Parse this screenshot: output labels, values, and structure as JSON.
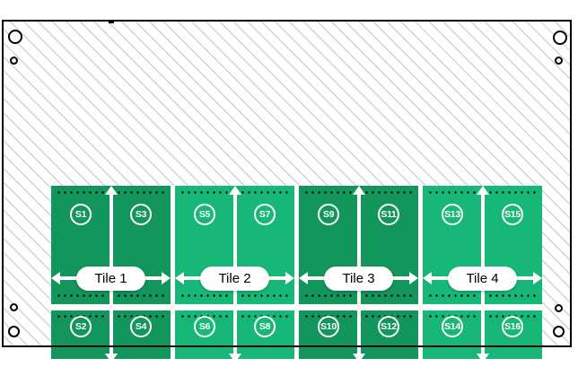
{
  "figure": {
    "type": "panel-tile-sensor-layout-diagram",
    "panel": {
      "corner_holes": [
        "top-left",
        "top-right",
        "bottom-left",
        "bottom-right"
      ]
    },
    "tiles": [
      {
        "label": "Tile 1",
        "shade": "dark",
        "sensors_top": [
          "S1",
          "S3"
        ],
        "sensors_bottom": [
          "S2",
          "S4"
        ]
      },
      {
        "label": "Tile 2",
        "shade": "light",
        "sensors_top": [
          "S5",
          "S7"
        ],
        "sensors_bottom": [
          "S6",
          "S8"
        ]
      },
      {
        "label": "Tile 3",
        "shade": "dark",
        "sensors_top": [
          "S9",
          "S11"
        ],
        "sensors_bottom": [
          "S10",
          "S12"
        ]
      },
      {
        "label": "Tile 4",
        "shade": "light",
        "sensors_top": [
          "S13",
          "S15"
        ],
        "sensors_bottom": [
          "S14",
          "S16"
        ]
      }
    ],
    "colors": {
      "tile_dark": "#12965C",
      "tile_light": "#17B877",
      "hatch_line": "#d2d2d2",
      "panel_border": "#000000",
      "label_pill_bg": "#ffffff",
      "label_text": "#000000",
      "sensor_ring": "#ffffff",
      "arrow": "#ffffff",
      "dot": "#000000"
    }
  }
}
